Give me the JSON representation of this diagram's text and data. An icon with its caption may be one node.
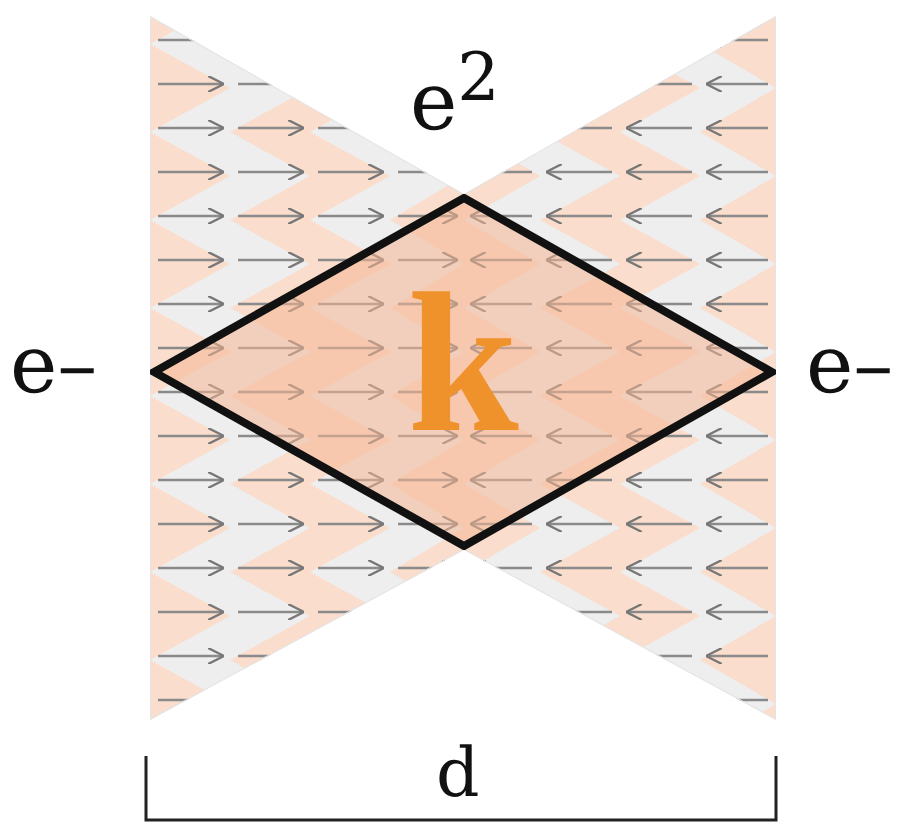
{
  "diagram": {
    "nodes": [
      {
        "text": [
          "k"
        ]
      }
    ],
    "labels": [
      "e$^{2}$",
      "e–",
      "e–",
      "d"
    ]
  }
}
